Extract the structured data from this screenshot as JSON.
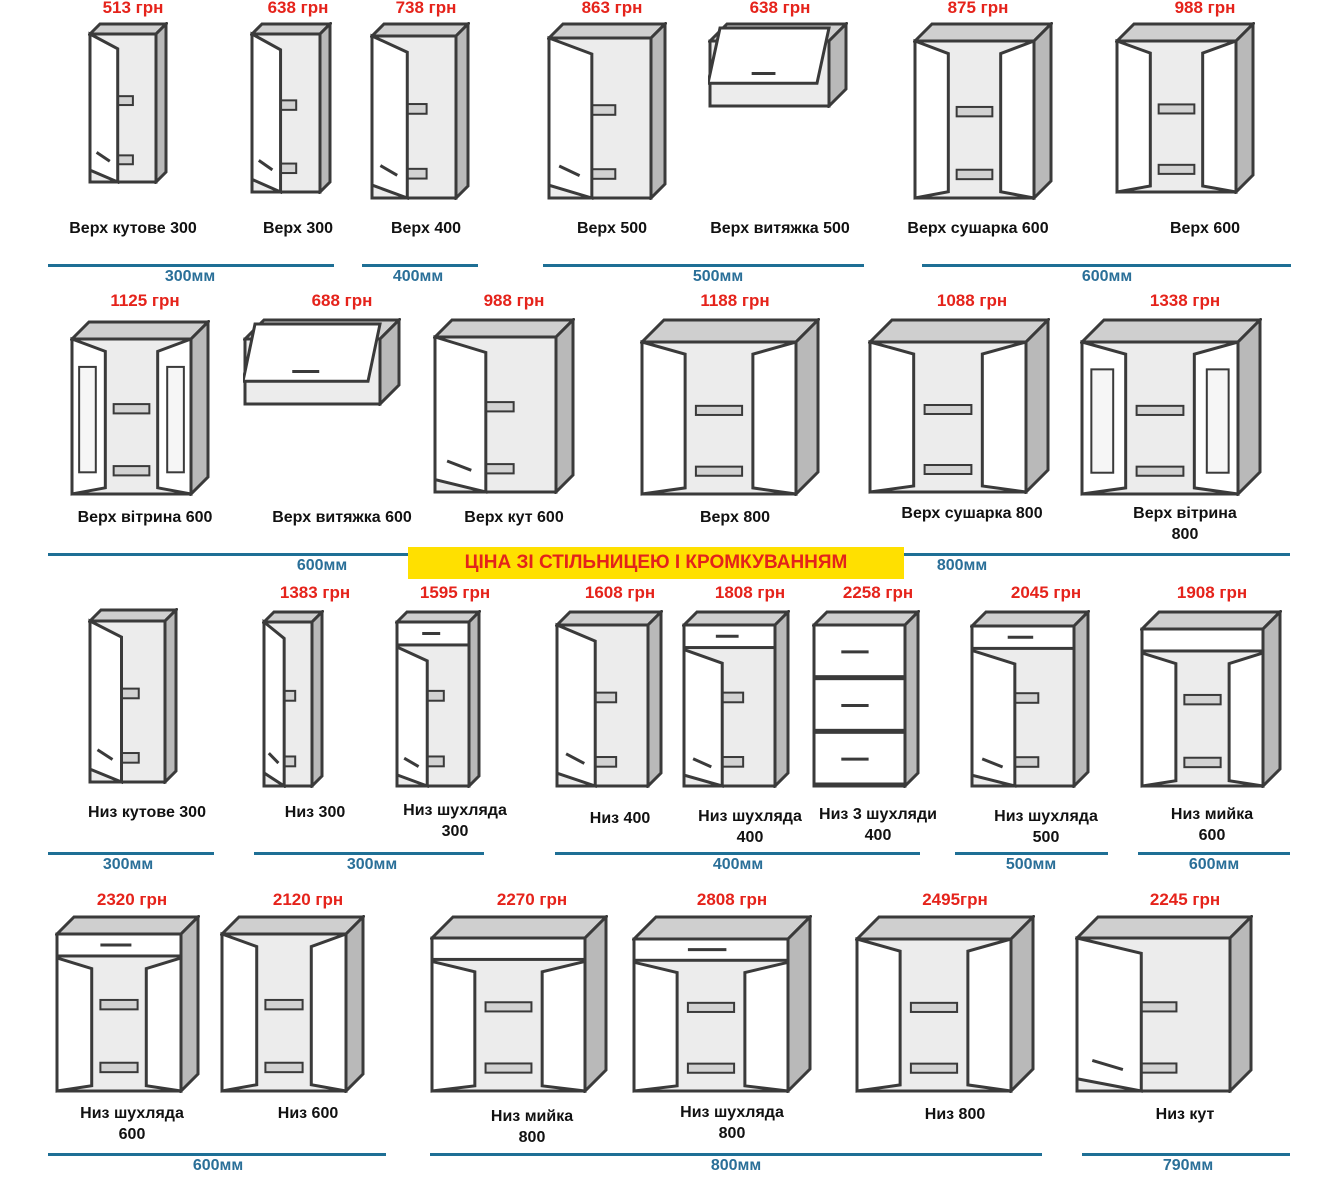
{
  "banner": "ЦІНА ЗІ СТІЛЬНИЦЕЮ І КРОМКУВАННЯМ",
  "colors": {
    "price": "#e5231b",
    "dimension": "#1e6f95",
    "banner_bg": "#ffe000"
  },
  "items": [
    {
      "price": "513 грн",
      "name": "Верх  кутове 300"
    },
    {
      "price": "638 грн",
      "name": "Верх  300"
    },
    {
      "price": "738 грн",
      "name": "Верх  400"
    },
    {
      "price": "863 грн",
      "name": "Верх  500"
    },
    {
      "price": "638 грн",
      "name": "Верх витяжка  500"
    },
    {
      "price": "875 грн",
      "name": "Верх  сушарка 600"
    },
    {
      "price": "988 грн",
      "name": "Верх  600"
    },
    {
      "price": "1125 грн",
      "name": "Верх  вітрина 600"
    },
    {
      "price": "688 грн",
      "name": "Верх  витяжка 600"
    },
    {
      "price": "988 грн",
      "name": "Верх  кут 600"
    },
    {
      "price": "1188 грн",
      "name": "Верх 800"
    },
    {
      "price": "1088 грн",
      "name": "Верх сушарка 800"
    },
    {
      "price": "1338 грн",
      "name": "Верх вітрина 800"
    },
    {
      "price": "",
      "name": "Низ  кутове 300"
    },
    {
      "price": "1383 грн",
      "name": "Низ  300"
    },
    {
      "price": "1595 грн",
      "name": "Низ  шухляда\n300"
    },
    {
      "price": "1608 грн",
      "name": "Низ  400"
    },
    {
      "price": "1808 грн",
      "name": "Низ  шухляда\n400"
    },
    {
      "price": "2258 грн",
      "name": "Низ  3 шухляди\n400"
    },
    {
      "price": "2045 грн",
      "name": "Низ  шухляда\n500"
    },
    {
      "price": "1908 грн",
      "name": "Низ  мийка\n600"
    },
    {
      "price": "2320 грн",
      "name": "Низ  шухляда\n600"
    },
    {
      "price": "2120 грн",
      "name": "Низ  600"
    },
    {
      "price": "2270 грн",
      "name": "Низ  мийка\n800"
    },
    {
      "price": "2808 грн",
      "name": "Низ  шухляда\n800"
    },
    {
      "price": "2495грн",
      "name": "Низ  800"
    },
    {
      "price": "2245 грн",
      "name": "Низ  кут"
    }
  ],
  "dimensions": [
    "300мм",
    "400мм",
    "500мм",
    "600мм",
    "600мм",
    "800мм",
    "300мм",
    "300мм",
    "400мм",
    "500мм",
    "600мм",
    "600мм",
    "800мм",
    "790мм"
  ]
}
